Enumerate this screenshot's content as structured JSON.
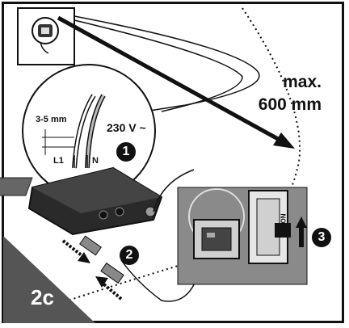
{
  "distance": {
    "line1": "max.",
    "line2": "600 mm"
  },
  "strip_length": "3-5 mm",
  "voltage": "230 V ~",
  "terminals": {
    "live": "L1",
    "neutral": "N"
  },
  "steps": [
    "1",
    "2",
    "3"
  ],
  "switch_label": "ON",
  "figure_tag": "2c"
}
